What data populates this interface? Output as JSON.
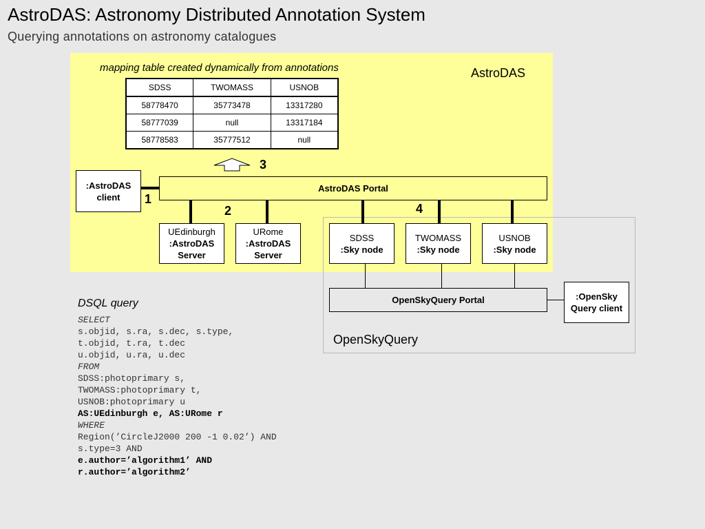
{
  "slide": {
    "title": "AstroDAS: Astronomy Distributed Annotation System",
    "subtitle": "Querying annotations on astronomy catalogues"
  },
  "diagram": {
    "mapping_caption": "mapping table created dynamically from annotations",
    "astrodas_area_label": "AstroDAS",
    "opensky_area_label": "OpenSkyQuery",
    "mapping_table": {
      "headers": [
        "SDSS",
        "TWOMASS",
        "USNOB"
      ],
      "rows": [
        [
          "58778470",
          "35773478",
          "13317280"
        ],
        [
          "58777039",
          "null",
          "13317184"
        ],
        [
          "58778583",
          "35777512",
          "null"
        ]
      ]
    },
    "steps": {
      "s1": "1",
      "s2": "2",
      "s3": "3",
      "s4": "4"
    },
    "client": {
      "line1": ":AstroDAS",
      "line2": "client"
    },
    "portal": "AstroDAS Portal",
    "servers": [
      {
        "name": "UEdinburgh",
        "role1": ":AstroDAS",
        "role2": "Server"
      },
      {
        "name": "URome",
        "role1": ":AstroDAS",
        "role2": "Server"
      }
    ],
    "sky_nodes": [
      {
        "name": "SDSS",
        "role": ":Sky node"
      },
      {
        "name": "TWOMASS",
        "role": ":Sky node"
      },
      {
        "name": "USNOB",
        "role": ":Sky node"
      }
    ],
    "opensky_portal": "OpenSkyQuery Portal",
    "opensky_client": {
      "line1": ":OpenSky",
      "line2": "Query client"
    }
  },
  "dsql": {
    "title": "DSQL query",
    "lines": [
      {
        "text": "SELECT",
        "style": "kw"
      },
      {
        "text": "s.objid, s.ra, s.dec, s.type,",
        "style": "plain"
      },
      {
        "text": "t.objid, t.ra, t.dec",
        "style": "plain"
      },
      {
        "text": "u.objid, u.ra, u.dec",
        "style": "plain"
      },
      {
        "text": "FROM",
        "style": "kw"
      },
      {
        "text": "SDSS:photoprimary s,",
        "style": "plain"
      },
      {
        "text": "TWOMASS:photoprimary t,",
        "style": "plain"
      },
      {
        "text": "USNOB:photoprimary u",
        "style": "plain"
      },
      {
        "text": "AS:UEdinburgh e, AS:URome r",
        "style": "strong"
      },
      {
        "text": "WHERE",
        "style": "kw"
      },
      {
        "text": "Region(’CircleJ2000 200 -1 0.02’) AND",
        "style": "plain"
      },
      {
        "text": "s.type=3 AND",
        "style": "plain"
      },
      {
        "text": "e.author=’algorithm1’ AND",
        "style": "strong"
      },
      {
        "text": "r.author=’algorithm2’",
        "style": "strong"
      }
    ]
  }
}
